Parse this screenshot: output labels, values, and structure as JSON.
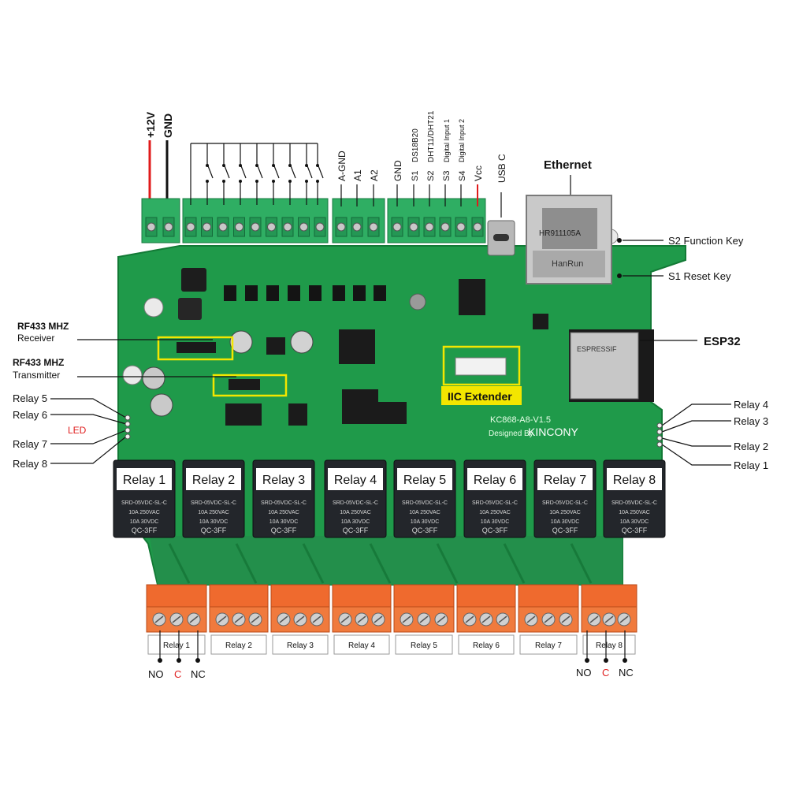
{
  "power": {
    "plus12v": "+12V",
    "gnd": "GND"
  },
  "top_inputs": {
    "agnd": "A-GND",
    "a1": "A1",
    "a2": "A2",
    "gnd": "GND",
    "s1": "S1",
    "s2": "S2",
    "s3": "S3",
    "s4": "S4",
    "vcc": "Vcc",
    "ds18b20": "DS18B20",
    "dht": "DHT11/DHT21",
    "din1": "Digital Input 1",
    "din2": "Digital Input 2",
    "usbc": "USB C"
  },
  "ethernet": "Ethernet",
  "jack_print": "HR911105A",
  "jack_brand": "HanRun",
  "keys": {
    "s2": "S2 Function Key",
    "s1": "S1 Reset Key"
  },
  "esp32": "ESP32",
  "esp_module_print": "ESPRESSIF",
  "rf_receiver": {
    "title": "RF433 MHZ",
    "sub": "Receiver"
  },
  "rf_transmitter": {
    "title": "RF433 MHZ",
    "sub": "Transmitter"
  },
  "iic": "IIC Extender",
  "board_model": "KC868-A8-V1.5",
  "designed_by": "Designed By",
  "brand": "KINCONY",
  "led_label": "LED",
  "left_relay_leds": [
    "Relay 5",
    "Relay 6",
    "Relay 7",
    "Relay 8"
  ],
  "right_relay_leds": [
    "Relay 4",
    "Relay 3",
    "Relay 2",
    "Relay 1"
  ],
  "relay_labels": [
    "Relay 1",
    "Relay 2",
    "Relay 3",
    "Relay 4",
    "Relay 5",
    "Relay 6",
    "Relay 7",
    "Relay 8"
  ],
  "relay_print": {
    "line1": "SRD-05VDC-SL-C",
    "line2": "10A 250VAC",
    "line3": "10A 30VDC",
    "model": "QC-3FF"
  },
  "terminal_labels": [
    "Relay 1",
    "Relay 2",
    "Relay 3",
    "Relay 4",
    "Relay 5",
    "Relay 6",
    "Relay 7",
    "Relay 8"
  ],
  "contacts": {
    "no": "NO",
    "c": "C",
    "nc": "NC"
  },
  "colors": {
    "pcb": "#1f9a4a",
    "pcb_dark": "#137a36",
    "terminal_green": "#2fae63",
    "relay_black": "#23262b",
    "orange_terminal": "#ef6a2e",
    "highlight": "#f3e600",
    "wire_red": "#e01b1b",
    "text_red": "#e02020"
  }
}
